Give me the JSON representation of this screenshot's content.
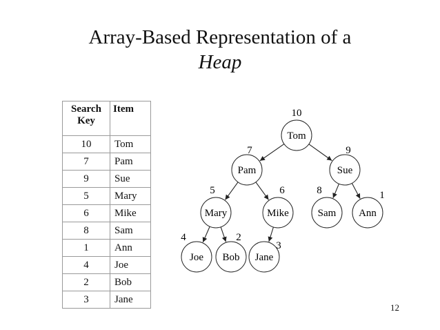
{
  "title": {
    "line1": "Array-Based Representation of a",
    "line2": "Heap"
  },
  "table": {
    "headers": {
      "key": "Search Key",
      "item": "Item"
    },
    "rows": [
      {
        "key": "10",
        "item": "Tom"
      },
      {
        "key": "7",
        "item": "Pam"
      },
      {
        "key": "9",
        "item": "Sue"
      },
      {
        "key": "5",
        "item": "Mary"
      },
      {
        "key": "6",
        "item": "Mike"
      },
      {
        "key": "8",
        "item": "Sam"
      },
      {
        "key": "1",
        "item": "Ann"
      },
      {
        "key": "4",
        "item": "Joe"
      },
      {
        "key": "2",
        "item": "Bob"
      },
      {
        "key": "3",
        "item": "Jane"
      }
    ]
  },
  "tree": {
    "nodes": [
      {
        "name": "Tom",
        "key": "10"
      },
      {
        "name": "Pam",
        "key": "7"
      },
      {
        "name": "Sue",
        "key": "9"
      },
      {
        "name": "Mary",
        "key": "5"
      },
      {
        "name": "Mike",
        "key": "6"
      },
      {
        "name": "Sam",
        "key": "8"
      },
      {
        "name": "Ann",
        "key": "1"
      },
      {
        "name": "Joe",
        "key": "4"
      },
      {
        "name": "Bob",
        "key": "2"
      },
      {
        "name": "Jane",
        "key": "3"
      }
    ]
  },
  "page_number": "12"
}
